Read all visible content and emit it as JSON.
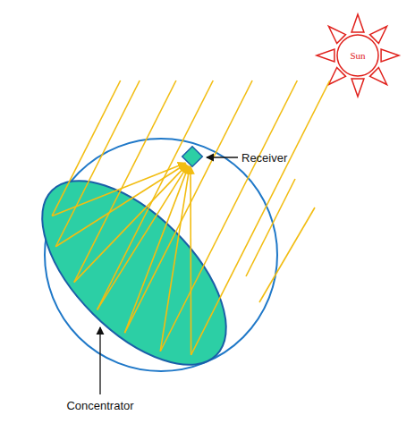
{
  "diagram": {
    "nodes": [
      {
        "text": [
          "Sun"
        ]
      }
    ],
    "labels": [
      "Receiver",
      "Concentrator"
    ]
  }
}
